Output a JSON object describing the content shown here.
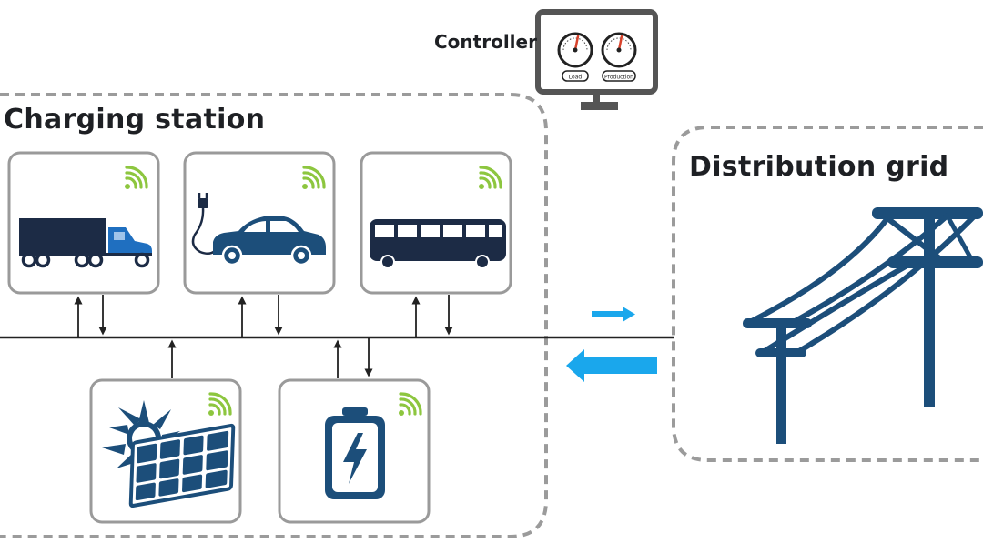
{
  "diagram": {
    "controller": {
      "label": "Controller",
      "gauges": [
        {
          "name": "Load"
        },
        {
          "name": "Production"
        }
      ]
    },
    "charging_station": {
      "title": "Charging station",
      "nodes": [
        {
          "id": "truck",
          "icon": "truck-icon",
          "wireless": true,
          "flow": "bidirectional"
        },
        {
          "id": "car",
          "icon": "electric-car-icon",
          "wireless": true,
          "flow": "bidirectional"
        },
        {
          "id": "bus",
          "icon": "bus-icon",
          "wireless": true,
          "flow": "bidirectional"
        },
        {
          "id": "solar",
          "icon": "solar-panel-icon",
          "wireless": true,
          "flow": "to-bus"
        },
        {
          "id": "battery",
          "icon": "battery-icon",
          "wireless": true,
          "flow": "bidirectional"
        }
      ]
    },
    "distribution_grid": {
      "title": "Distribution grid",
      "icon": "power-pylon-icon"
    },
    "exchange": [
      {
        "direction": "to-grid",
        "size": "small"
      },
      {
        "direction": "from-grid",
        "size": "large"
      }
    ]
  },
  "colors": {
    "navy": "#1c2b45",
    "blue": "#1f6fc0",
    "pole": "#1c4e7a",
    "green": "#8dc63f",
    "cyan": "#1aa7ec",
    "red": "#d8432c",
    "frame": "#9a9a9a",
    "dashed": "#9b9b9b"
  }
}
